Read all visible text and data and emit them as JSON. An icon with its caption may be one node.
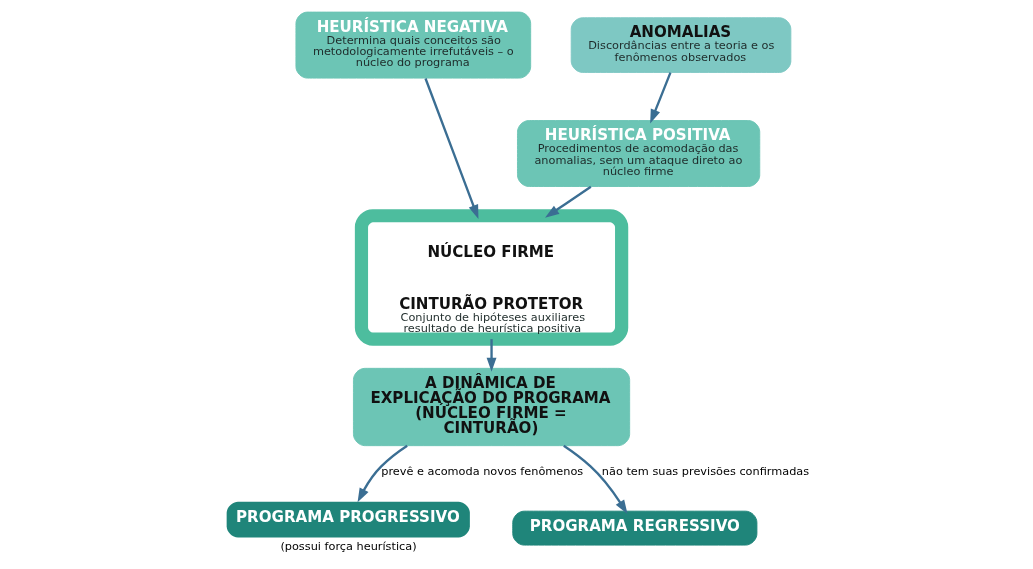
{
  "diagram": {
    "nodes": [
      {
        "text": [
          "HEURÍSTICA NEGATIVA",
          "Determina quais conceitos são metodologicamente irrefutáveis – o núcleo do programa"
        ]
      },
      {
        "text": [
          "ANOMALIAS",
          "Discordâncias entre a teoria e os fenômenos observados"
        ]
      },
      {
        "text": [
          "CINTURÃO PROTETOR",
          "Conjunto de hipóteses auxiliares resultado de heurística positiva"
        ]
      },
      {
        "text": [
          "NÚCLEO FIRME"
        ],
        "in": 2
      },
      {
        "text": [
          "HEURÍSTICA POSITIVA",
          "Procedimentos de acomodação das anomalias, sem um ataque direto ao núcleo firme"
        ]
      },
      {
        "text": [
          "A DINÂMICA DE EXPLICAÇÃO DO PROGRAMA (NÚCLEO FIRME = CINTURÃO)"
        ]
      },
      {
        "text": [
          "PROGRAMA PROGRESSIVO"
        ],
        "beside": [
          "(possui força heurística)"
        ]
      },
      {
        "text": [
          "PROGRAMA REGRESSIVO"
        ]
      }
    ],
    "edges": [
      {
        "from": 0,
        "to": 2,
        "arrow": "to"
      },
      {
        "from": 1,
        "to": 4,
        "arrow": "to"
      },
      {
        "from": 4,
        "to": 2,
        "arrow": "to"
      },
      {
        "from": 2,
        "to": 5,
        "arrow": "to"
      },
      {
        "from": 5,
        "to": 6,
        "arrow": "to",
        "label": "prevê e acomoda novos fenômenos"
      },
      {
        "from": 5,
        "to": 7,
        "arrow": "to",
        "label": "não tem suas previsões confirmadas"
      }
    ]
  }
}
